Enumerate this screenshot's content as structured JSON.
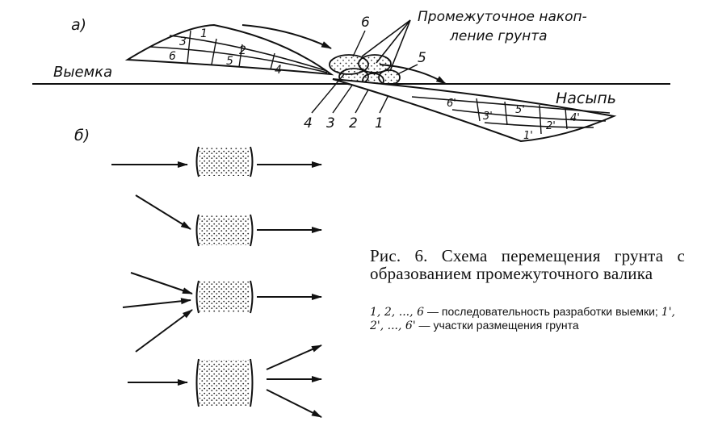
{
  "diagram_a": {
    "panel_label": "а)",
    "cut_label": "Выемка",
    "fill_label": "Насыпь",
    "intermediate_label_line1": "Промежуточное накоп-",
    "intermediate_label_line2": "ление грунта",
    "cut_layers": [
      "1",
      "2",
      "3",
      "4",
      "5",
      "6"
    ],
    "pile_numbers": [
      "6",
      "5",
      "4",
      "3",
      "2",
      "1"
    ],
    "fill_layers": [
      "6'",
      "5'",
      "3'",
      "4'",
      "2'",
      "1'"
    ]
  },
  "diagram_b": {
    "panel_label": "б)"
  },
  "caption": {
    "title": "Рис. 6. Схема перемещения грунта с образованием промежуточного валика",
    "note_prefix": "1, 2, ..., 6",
    "note_mid": " — последовательность разработки выемки; ",
    "note_prefix2": "1', 2', ..., 6'",
    "note_end": " — участки размещения грунта"
  }
}
